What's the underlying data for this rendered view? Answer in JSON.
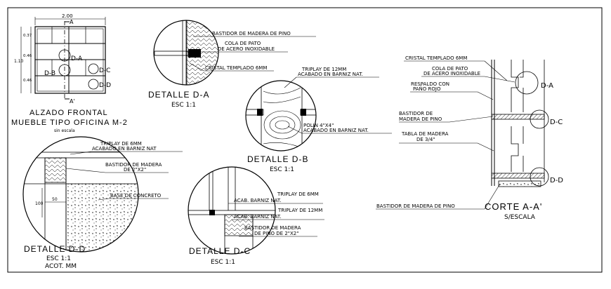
{
  "alzado": {
    "dim_width": "2.00",
    "dim_height": "1.10",
    "dim_37": "0.37",
    "dim_46a": "0.46",
    "dim_46b": "0.46",
    "sec_a": "A",
    "sec_a_prime": "A'",
    "callout_da": "D-A",
    "callout_db": "D-B",
    "callout_dc": "D-C",
    "callout_dd": "D-D",
    "title1": "ALZADO FRONTAL",
    "title2": "MUEBLE TIPO OFICINA M-2",
    "scale": "sin escala"
  },
  "detalle_da": {
    "bastidor": "BASTIDOR DE MADERA DE PINO",
    "cola1": "COLA DE PATO",
    "cola2": "DE ACERO INOXIDABLE",
    "cristal": "CRISTAL TEMPLADO 6MM",
    "title": "DETALLE D-A",
    "scale": "ESC 1:1"
  },
  "detalle_db": {
    "triplay1": "TRIPLAY DE 12MM",
    "triplay2": "ACABADO EN BARNIZ NAT.",
    "polin1": "POLIN 4\"X4\"",
    "polin2": "ACABADO EN BARNIZ NAT.",
    "title": "DETALLE D-B",
    "scale": "ESC 1:1"
  },
  "detalle_dd": {
    "triplay1": "TRIPLAY DE 6MM",
    "triplay2": "ACABADO EN BARNIZ NAT",
    "bastidor1": "BASTIDOR DE MADERA",
    "bastidor2": "DE 2\"X2\"",
    "base": "BASE DE CONCRETO",
    "dim100": "100",
    "dim50": "50",
    "title": "DETALLE D-D",
    "scale": "ESC 1:1",
    "acot": "ACOT. MM"
  },
  "detalle_dc": {
    "triplay6_1": "TRIPLAY DE 6MM",
    "triplay6_2": "ACAB. BARNIZ NAT.",
    "triplay12_1": "TRIPLAY DE 12MM",
    "triplay12_2": "ACAB. BARNIZ NAT.",
    "bastidor1": "BASTIDOR DE MADERA",
    "bastidor2": "DE PINO DE 2\"X2\"",
    "title": "DETALLE D-C",
    "scale": "ESC 1:1"
  },
  "corte": {
    "cristal": "CRISTAL TEMPLADO 6MM",
    "cola1": "COLA DE PATO",
    "cola2": "DE ACERO INOXIDABLE",
    "respaldo1": "RESPALDO CON",
    "respaldo2": "PAÑO ROJO",
    "bastidor1": "BASTIDOR DE",
    "bastidor2": "MADERA DE PINO",
    "tabla1": "TABLA DE MADERA",
    "tabla2": "DE 3/4\"",
    "bastidor_pino": "BASTIDOR DE MADERA DE PINO",
    "callout_da": "D-A",
    "callout_dc": "D-C",
    "callout_dd": "D-D",
    "title": "CORTE A-A'",
    "scale": "S/ESCALA"
  }
}
